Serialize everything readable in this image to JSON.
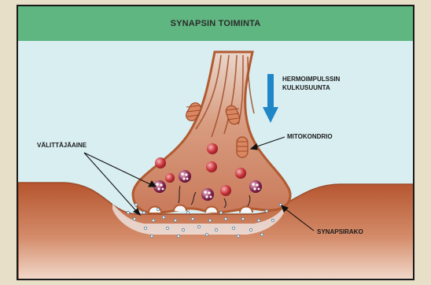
{
  "title": "SYNAPSIN TOIMINTA",
  "labels": {
    "impulse_direction_line1": "HERMOIMPULSSIN",
    "impulse_direction_line2": "KULKUSUUNTA",
    "mitochondrion": "MITOKONDRIO",
    "neurotransmitter": "VÄLITTÄJÄAINE",
    "synaptic_cleft": "SYNAPSIRAKO"
  },
  "colors": {
    "header": "#5fb680",
    "background": "#d8eef1",
    "tissue": "#b5552f",
    "terminal": "#c8795a",
    "arrow": "#1f86c8"
  }
}
